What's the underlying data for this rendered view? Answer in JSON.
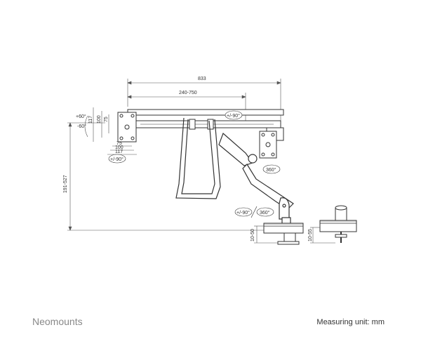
{
  "brand": "Neomounts",
  "unit_note": "Measuring unit: mm",
  "dimensions": {
    "total_width": "833",
    "rail_width": "240-750",
    "height_range": "191-527",
    "vesa_heights": [
      "117",
      "100",
      "75"
    ],
    "vesa_widths": [
      "75",
      "100",
      "117"
    ],
    "desk_clamp": "10-50",
    "grommet": "10-55"
  },
  "rotations": {
    "tilt_up": "+60°",
    "tilt_down": "-60°",
    "rotate_left": "+/-90°",
    "rotate_top": "+/-90°",
    "swivel_arm": "360°",
    "rotate_base": "+/-90°",
    "swivel_base": "360°"
  },
  "colors": {
    "line": "#333333",
    "dim": "#555555",
    "brand": "#888888"
  }
}
